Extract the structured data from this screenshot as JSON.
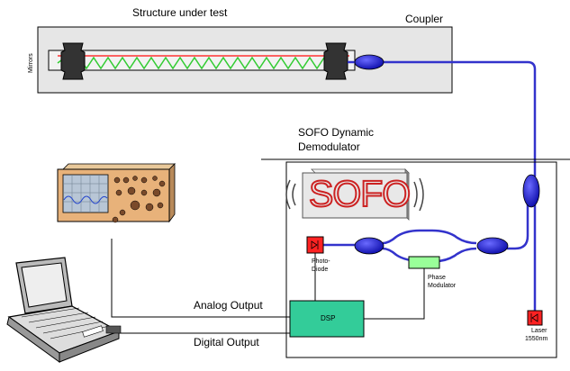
{
  "labels": {
    "structure": "Structure under test",
    "coupler": "Coupler",
    "mirrors": "Mirrors",
    "demod_line1": "SOFO Dynamic",
    "demod_line2": "Demodulator",
    "sofo_sign": "SOFO",
    "photodiode_line1": "Photo-",
    "photodiode_line2": "Diode",
    "phase_line1": "Phase",
    "phase_line2": "Modulator",
    "dsp": "DSP",
    "laser_line1": "Laser",
    "laser_line2": "1550nm",
    "analog_output": "Analog Output",
    "digital_output": "Digital Output"
  },
  "colors": {
    "fiber": "#3333cc",
    "coupler_fill": "#1a1acc",
    "structure_fill": "#e6e6e6",
    "reference_fiber": "#ff3333",
    "sensing_fiber": "#33cc33",
    "dsp_fill": "#33cc99",
    "phase_modulator_fill": "#99ff99",
    "diode_fill": "#ff2222",
    "sign_text": "#cc2222",
    "sign_face": "#e8e8e8"
  },
  "icons": [
    "oscilloscope-icon",
    "laptop-icon",
    "photodiode-icon",
    "laser-icon",
    "mirror-icon"
  ]
}
